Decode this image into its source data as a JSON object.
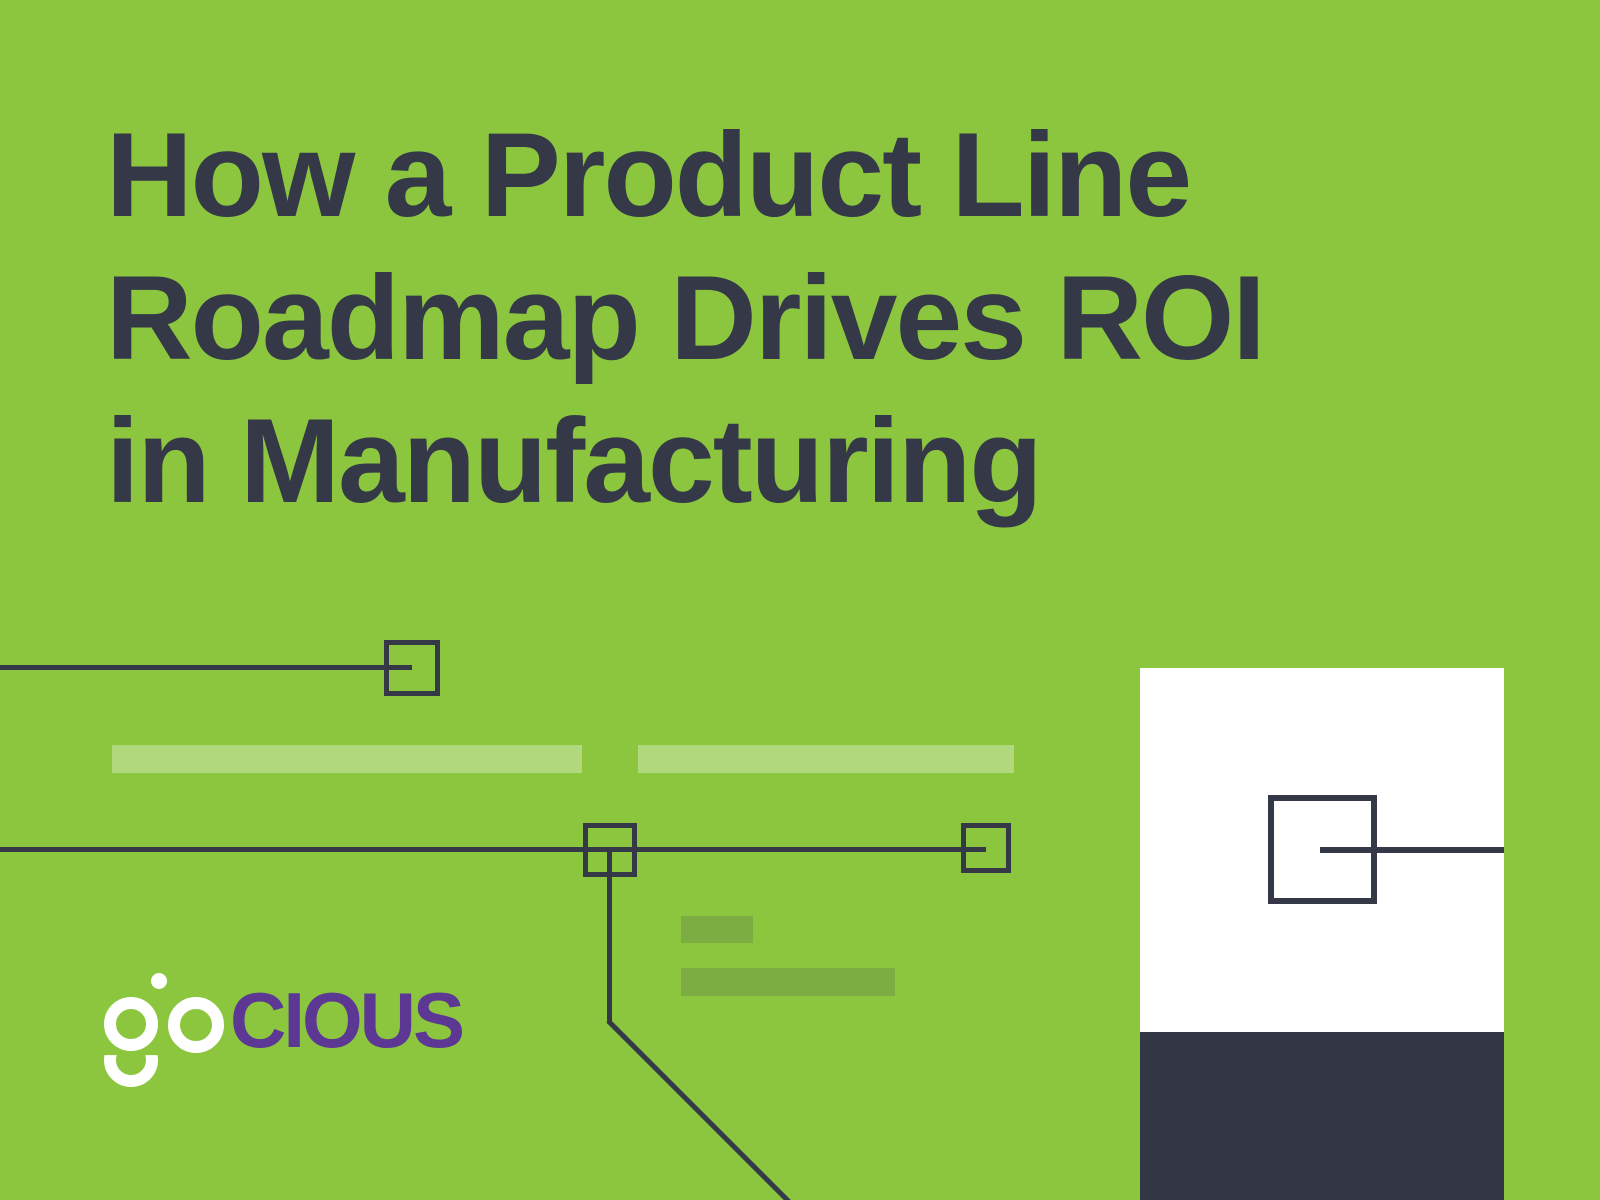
{
  "title": {
    "lines": [
      "How a Product Line",
      "Roadmap Drives ROI",
      "in Manufacturing"
    ]
  },
  "logo": {
    "brand": "gocious",
    "go_part": "go",
    "cious_part": "cious"
  },
  "colors": {
    "background_green": "#8CC63F",
    "navy": "#343847",
    "panel_navy": "#333745",
    "logo_purple": "#5C3794",
    "logo_white": "#FFFFFF",
    "light_bar": "rgba(255,255,255,0.32)",
    "dark_bar": "#7BAD43"
  }
}
